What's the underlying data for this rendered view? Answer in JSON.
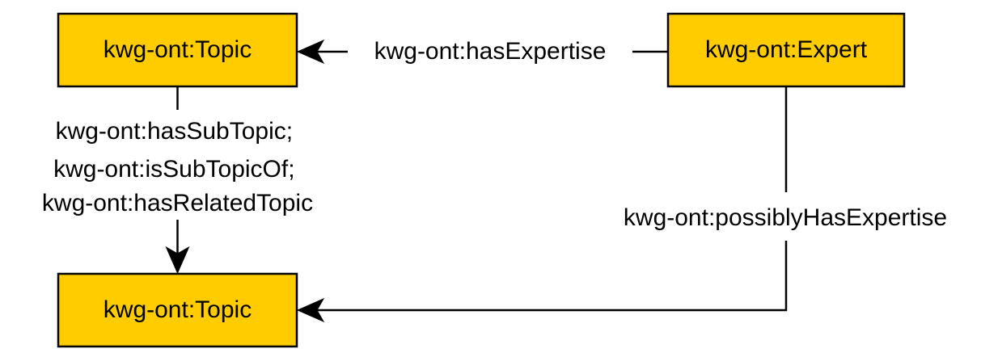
{
  "diagram": {
    "colors": {
      "node_fill": "#FFCC00",
      "node_stroke": "#000000",
      "line": "#000000",
      "text": "#000000"
    },
    "nodes": {
      "topic_top": {
        "label": "kwg-ont:Topic"
      },
      "expert": {
        "label": "kwg-ont:Expert"
      },
      "topic_bottom": {
        "label": "kwg-ont:Topic"
      }
    },
    "edges": {
      "has_expertise": {
        "label": "kwg-ont:hasExpertise"
      },
      "topic_relations": {
        "label_lines": [
          "kwg-ont:hasSubTopic;",
          "kwg-ont:isSubTopicOf;",
          "kwg-ont:hasRelatedTopic"
        ]
      },
      "possibly_has_expertise": {
        "label": "kwg-ont:possiblyHasExpertise"
      }
    }
  }
}
